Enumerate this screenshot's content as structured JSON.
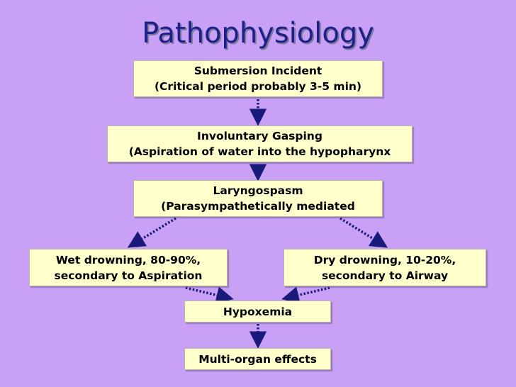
{
  "title": "Pathophysiology",
  "nodes": {
    "submersion": {
      "line1": "Submersion Incident",
      "line2": "(Critical period probably 3-5 min)"
    },
    "gasping": {
      "line1": "Involuntary Gasping",
      "line2": "(Aspiration of water into the hypopharynx"
    },
    "laryngospasm": {
      "line1": "Laryngospasm",
      "line2": "(Parasympathetically mediated"
    },
    "wet": {
      "line1": "Wet drowning, 80-90%,",
      "line2": "secondary to Aspiration"
    },
    "dry": {
      "line1": "Dry drowning, 10-20%,",
      "line2": "secondary to Airway"
    },
    "hypoxemia": {
      "line1": "Hypoxemia"
    },
    "multiorgan": {
      "line1": "Multi-organ effects"
    }
  },
  "colors": {
    "background": "#c8a0f5",
    "box_fill": "#ffffcc",
    "title": "#1f1f8a",
    "arrow": "#1a1a7a"
  }
}
